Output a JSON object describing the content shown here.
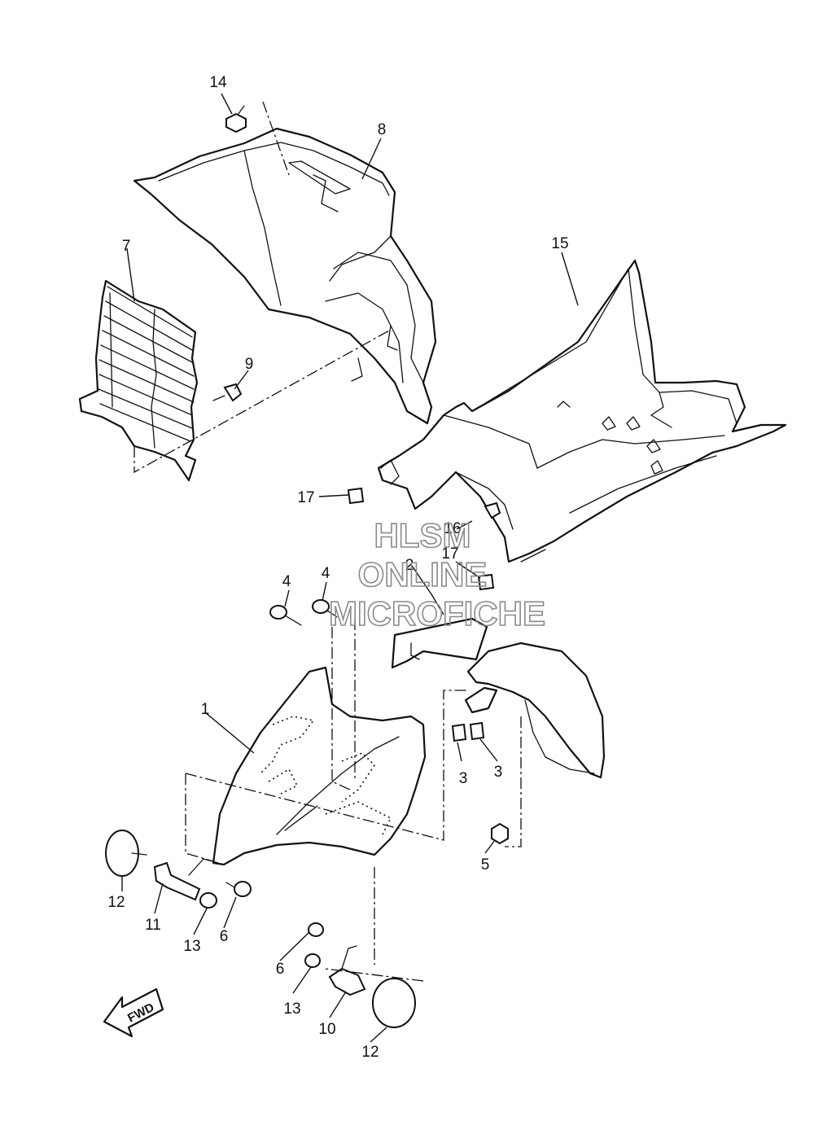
{
  "callouts": {
    "p1": "1",
    "p2": "2",
    "p3a": "3",
    "p3b": "3",
    "p4a": "4",
    "p4b": "4",
    "p5": "5",
    "p6a": "6",
    "p6b": "6",
    "p7": "7",
    "p8": "8",
    "p9": "9",
    "p10": "10",
    "p11": "11",
    "p12a": "12",
    "p12b": "12",
    "p13a": "13",
    "p13b": "13",
    "p14": "14",
    "p15": "15",
    "p16": "16",
    "p17a": "17",
    "p17b": "17"
  },
  "watermark": {
    "line1": "HLSM",
    "line2": "ONLINE",
    "line3": "MICROFICHE"
  },
  "fwd_label": "FWD"
}
